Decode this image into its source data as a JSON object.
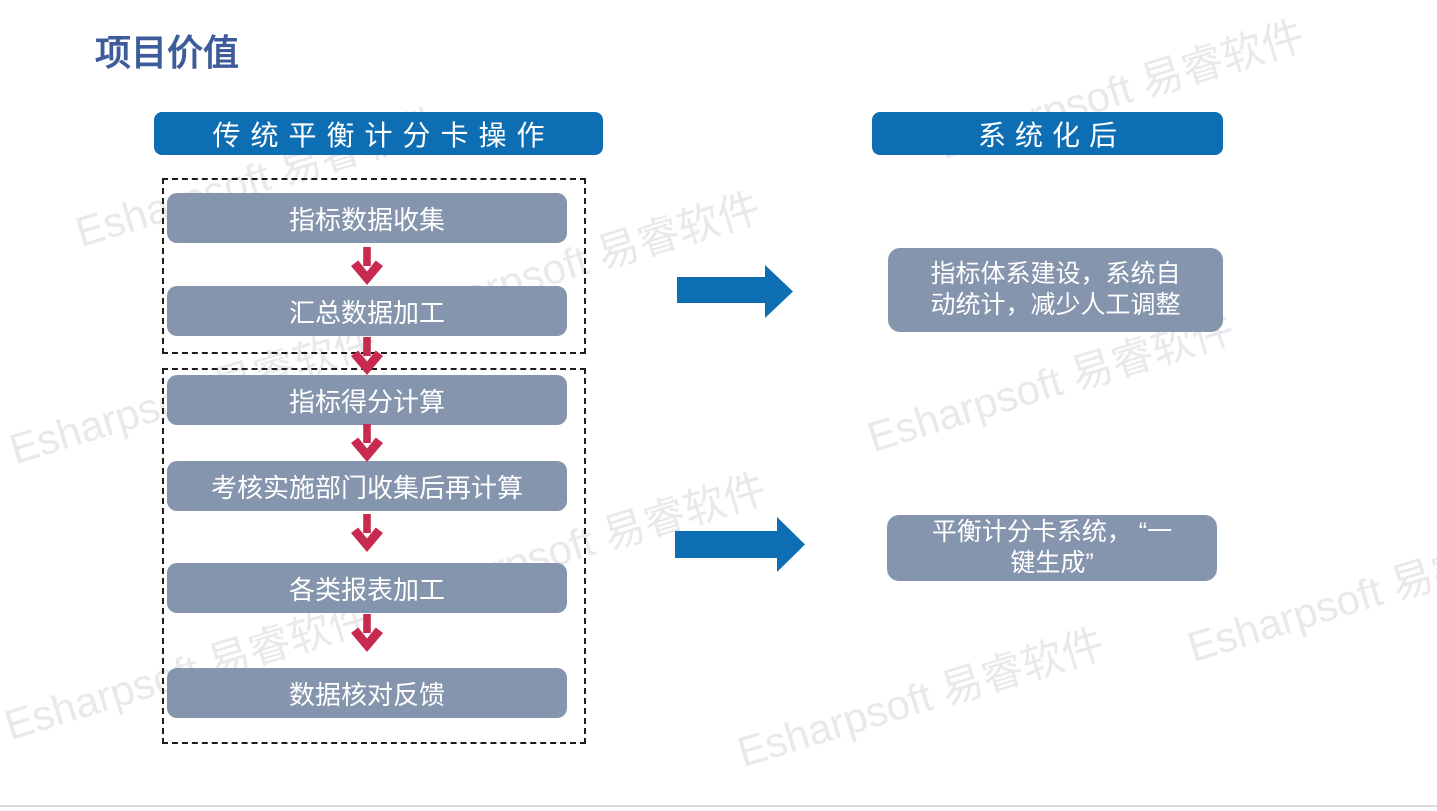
{
  "page": {
    "title": "项目价值"
  },
  "headers": {
    "left": "传统平衡计分卡操作",
    "right": "系统化后"
  },
  "flow": {
    "steps": [
      "指标数据收集",
      "汇总数据加工",
      "指标得分计算",
      "考核实施部门收集后再计算",
      "各类报表加工",
      "数据核对反馈"
    ]
  },
  "results": {
    "items": [
      "指标体系建设，系统自\n动统计，减少人工调整",
      "平衡计分卡系统， “一\n键生成”"
    ]
  },
  "watermark": {
    "text": "Esharpsoft 易睿软件"
  },
  "icons": {
    "down_arrow": "red-down-arrow-icon",
    "right_arrow": "blue-right-arrow-icon"
  },
  "colors": {
    "accent_blue": "#0d6eb4",
    "box_gray": "#8695ae",
    "arrow_red": "#c8294e",
    "title_blue": "#3d5c99",
    "watermark_gray": "#e9e9eb"
  }
}
